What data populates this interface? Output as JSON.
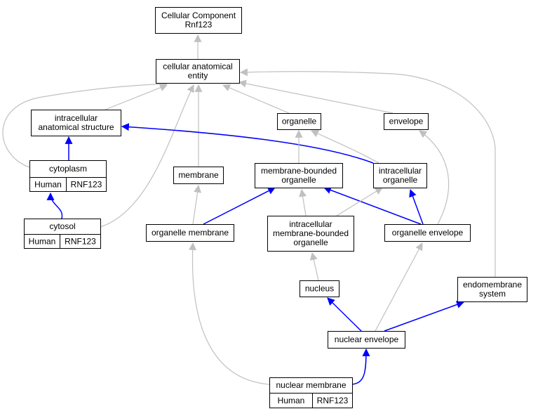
{
  "graph": {
    "colors": {
      "is_a_edge": "#c0c0c0",
      "part_of_edge": "#0000ff",
      "annotation_fill": "#fa6245",
      "node_fill": "#ffffff",
      "node_stroke": "#000000"
    },
    "nodes": [
      {
        "id": "cellular_component",
        "lines": [
          "Cellular Component",
          "Rnf123"
        ]
      },
      {
        "id": "cellular_anatomical_entity",
        "lines": [
          "cellular anatomical",
          "entity"
        ]
      },
      {
        "id": "intracellular_anatomical_structure",
        "lines": [
          "intracellular",
          "anatomical structure"
        ]
      },
      {
        "id": "organelle",
        "lines": [
          "organelle"
        ]
      },
      {
        "id": "envelope",
        "lines": [
          "envelope"
        ]
      },
      {
        "id": "cytoplasm",
        "lines": [
          "cytoplasm"
        ],
        "annotation": [
          "Human",
          "RNF123"
        ]
      },
      {
        "id": "membrane",
        "lines": [
          "membrane"
        ]
      },
      {
        "id": "membrane_bounded_organelle",
        "lines": [
          "membrane-bounded",
          "organelle"
        ]
      },
      {
        "id": "intracellular_organelle",
        "lines": [
          "intracellular",
          "organelle"
        ]
      },
      {
        "id": "cytosol",
        "lines": [
          "cytosol"
        ],
        "annotation": [
          "Human",
          "RNF123"
        ]
      },
      {
        "id": "organelle_membrane",
        "lines": [
          "organelle membrane"
        ]
      },
      {
        "id": "intracellular_membrane_bounded_organelle",
        "lines": [
          "intracellular",
          "membrane-bounded",
          "organelle"
        ]
      },
      {
        "id": "organelle_envelope",
        "lines": [
          "organelle envelope"
        ]
      },
      {
        "id": "nucleus",
        "lines": [
          "nucleus"
        ]
      },
      {
        "id": "endomembrane_system",
        "lines": [
          "endomembrane",
          "system"
        ]
      },
      {
        "id": "nuclear_envelope",
        "lines": [
          "nuclear envelope"
        ]
      },
      {
        "id": "nuclear_membrane",
        "lines": [
          "nuclear membrane"
        ],
        "annotation": [
          "Human",
          "RNF123"
        ]
      }
    ],
    "edges": [
      {
        "from": "cellular_anatomical_entity",
        "to": "cellular_component",
        "type": "is_a"
      },
      {
        "from": "intracellular_anatomical_structure",
        "to": "cellular_anatomical_entity",
        "type": "is_a"
      },
      {
        "from": "organelle",
        "to": "cellular_anatomical_entity",
        "type": "is_a"
      },
      {
        "from": "envelope",
        "to": "cellular_anatomical_entity",
        "type": "is_a"
      },
      {
        "from": "cytoplasm",
        "to": "cellular_anatomical_entity",
        "type": "is_a"
      },
      {
        "from": "membrane",
        "to": "cellular_anatomical_entity",
        "type": "is_a"
      },
      {
        "from": "cytosol",
        "to": "cellular_anatomical_entity",
        "type": "is_a"
      },
      {
        "from": "endomembrane_system",
        "to": "cellular_anatomical_entity",
        "type": "is_a"
      },
      {
        "from": "cytoplasm",
        "to": "intracellular_anatomical_structure",
        "type": "part_of"
      },
      {
        "from": "intracellular_organelle",
        "to": "intracellular_anatomical_structure",
        "type": "part_of"
      },
      {
        "from": "cytosol",
        "to": "cytoplasm",
        "type": "part_of"
      },
      {
        "from": "membrane_bounded_organelle",
        "to": "organelle",
        "type": "is_a"
      },
      {
        "from": "intracellular_organelle",
        "to": "organelle",
        "type": "is_a"
      },
      {
        "from": "organelle_envelope",
        "to": "envelope",
        "type": "is_a"
      },
      {
        "from": "organelle_membrane",
        "to": "membrane",
        "type": "is_a"
      },
      {
        "from": "organelle_membrane",
        "to": "membrane_bounded_organelle",
        "type": "part_of"
      },
      {
        "from": "intracellular_membrane_bounded_organelle",
        "to": "membrane_bounded_organelle",
        "type": "is_a"
      },
      {
        "from": "organelle_envelope",
        "to": "membrane_bounded_organelle",
        "type": "part_of"
      },
      {
        "from": "intracellular_membrane_bounded_organelle",
        "to": "intracellular_organelle",
        "type": "is_a"
      },
      {
        "from": "organelle_envelope",
        "to": "intracellular_organelle",
        "type": "part_of"
      },
      {
        "from": "nucleus",
        "to": "intracellular_membrane_bounded_organelle",
        "type": "is_a"
      },
      {
        "from": "nuclear_envelope",
        "to": "nucleus",
        "type": "part_of"
      },
      {
        "from": "nuclear_envelope",
        "to": "organelle_envelope",
        "type": "is_a"
      },
      {
        "from": "nuclear_envelope",
        "to": "endomembrane_system",
        "type": "part_of"
      },
      {
        "from": "nuclear_membrane",
        "to": "organelle_membrane",
        "type": "is_a"
      },
      {
        "from": "nuclear_membrane",
        "to": "nuclear_envelope",
        "type": "part_of"
      }
    ]
  }
}
